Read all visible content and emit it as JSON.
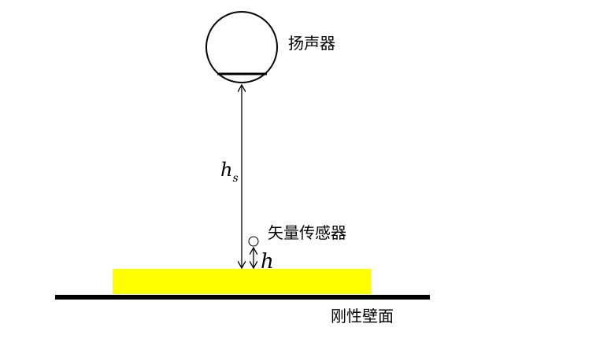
{
  "labels": {
    "speaker": "扬声器",
    "sensor": "矢量传感器",
    "wall": "刚性壁面",
    "hs_main": "h",
    "hs_sub": "s",
    "h": "h"
  },
  "colors": {
    "layer_fill": "#ffff00",
    "stroke": "#000000"
  }
}
